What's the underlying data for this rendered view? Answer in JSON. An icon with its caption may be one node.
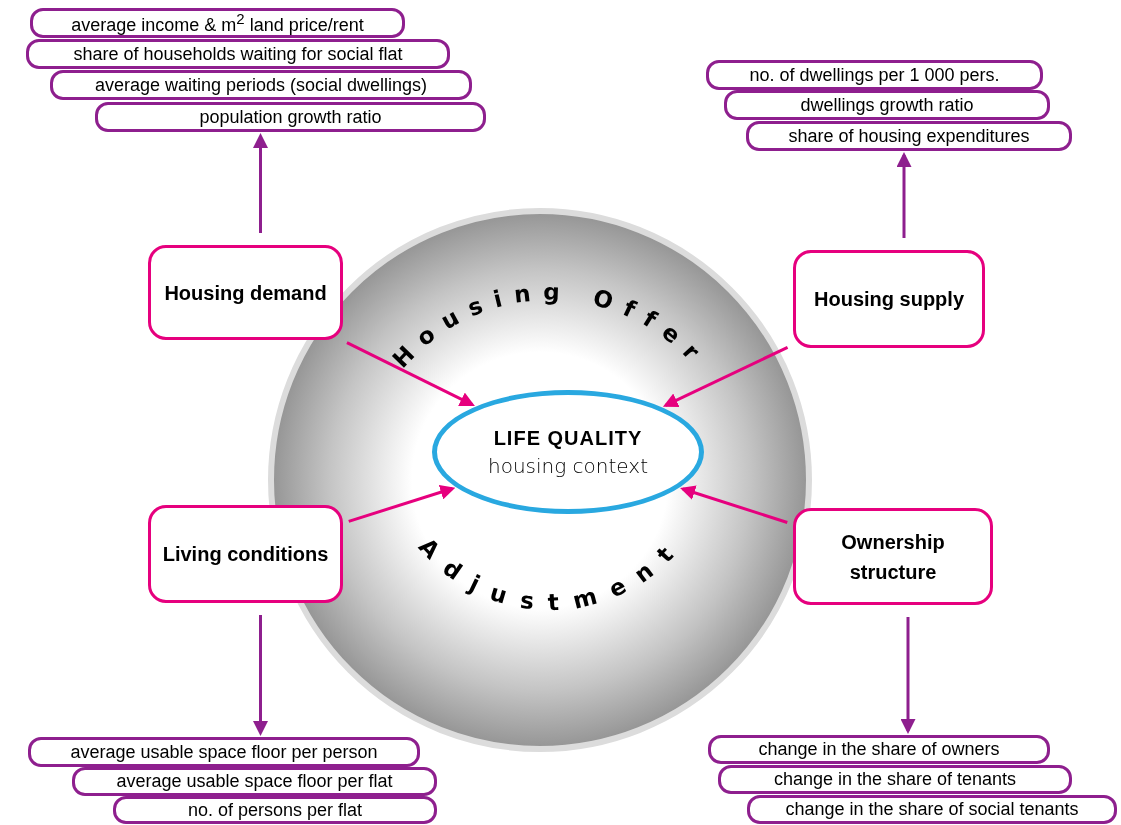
{
  "diagram": {
    "nodes": [
      {
        "text": [
          "Housing Offer",
          "Adjustment"
        ]
      },
      {
        "text": [
          "LIFE QUALITY",
          "housing context"
        ],
        "in": 0
      },
      {
        "text": [
          "Housing demand"
        ]
      },
      {
        "text": [
          "Housing supply"
        ]
      },
      {
        "text": [
          "Living conditions"
        ]
      },
      {
        "text": [
          "Ownership structure"
        ]
      },
      {
        "text": [
          "average income & m$^{2}$ land price/rent"
        ]
      },
      {
        "text": [
          "share of households waiting for social flat"
        ]
      },
      {
        "text": [
          "average waiting periods (social dwellings)"
        ]
      },
      {
        "text": [
          "population growth ratio"
        ]
      },
      {
        "text": [
          "no. of dwellings per 1 000 pers."
        ]
      },
      {
        "text": [
          "dwellings growth ratio"
        ]
      },
      {
        "text": [
          "share of housing expenditures"
        ]
      },
      {
        "text": [
          "average usable space floor per person"
        ]
      },
      {
        "text": [
          "average usable space floor per flat"
        ]
      },
      {
        "text": [
          "no. of persons per flat"
        ]
      },
      {
        "text": [
          "change in the share of owners"
        ]
      },
      {
        "text": [
          "change in the share of tenants"
        ]
      },
      {
        "text": [
          "change in the share of social tenants"
        ]
      }
    ],
    "edges": [
      {
        "from": 2,
        "to": 1,
        "arrow": "to"
      },
      {
        "from": 3,
        "to": 1,
        "arrow": "to"
      },
      {
        "from": 4,
        "to": 1,
        "arrow": "to"
      },
      {
        "from": 5,
        "to": 1,
        "arrow": "to"
      },
      {
        "from": 2,
        "to": 9,
        "arrow": "to",
        "color": "#8e1f8e"
      },
      {
        "from": 3,
        "to": 12,
        "arrow": "to",
        "color": "#8e1f8e"
      },
      {
        "from": 4,
        "to": 13,
        "arrow": "to",
        "color": "#8e1f8e"
      },
      {
        "from": 5,
        "to": 16,
        "arrow": "to",
        "color": "#8e1f8e"
      }
    ]
  }
}
